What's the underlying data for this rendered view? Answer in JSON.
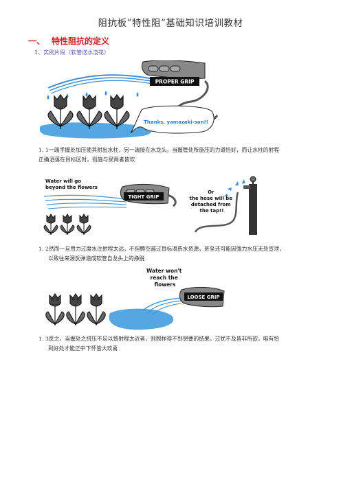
{
  "title": "阻抗板”特性阻”基础知识培训教材",
  "section": {
    "num": "一、",
    "title": "特性阻抗的定义"
  },
  "item1": {
    "num": "1、",
    "text": "实例片段（软管送水浇花）"
  },
  "para1": {
    "line1": "1. 1一端手握处加压使其射出水柱，另一端接在水龙头。当握管处所施压的力道恰好，而让水柱的射程",
    "line2": "正确洒落在目标区时，则施与受两者皆欢"
  },
  "para2": {
    "line1": "1. 2然而一旦用力过度水注射程太远，不但腾空越过目标浪费水资源，甚至还可能因强力水压无处宣泄，",
    "line2": "以致往来源反弹造成软管自龙头上的挣脱"
  },
  "para3": {
    "line1": "1. 3反之，当握处之挤压不足以致射程太近者，则照样得不到想要的结果。过犹不及皆非所欲，唯有恰",
    "line2": "到好处才能正中下怀皆大欢喜"
  },
  "figure1": {
    "badge": "PROPER GRIP",
    "caption": "Thanks, yamazaki-san!!"
  },
  "figure2": {
    "badge": "TIGHT GRIP",
    "note_lines": [
      "Water will go",
      "beyond the flowers"
    ],
    "or_lines": [
      "Or",
      "the hose will be",
      "detached from",
      "the tap!!"
    ]
  },
  "figure3": {
    "badge": "LOOSE GRIP",
    "note_lines": [
      "Water won't",
      "reach the",
      "flowers"
    ]
  }
}
